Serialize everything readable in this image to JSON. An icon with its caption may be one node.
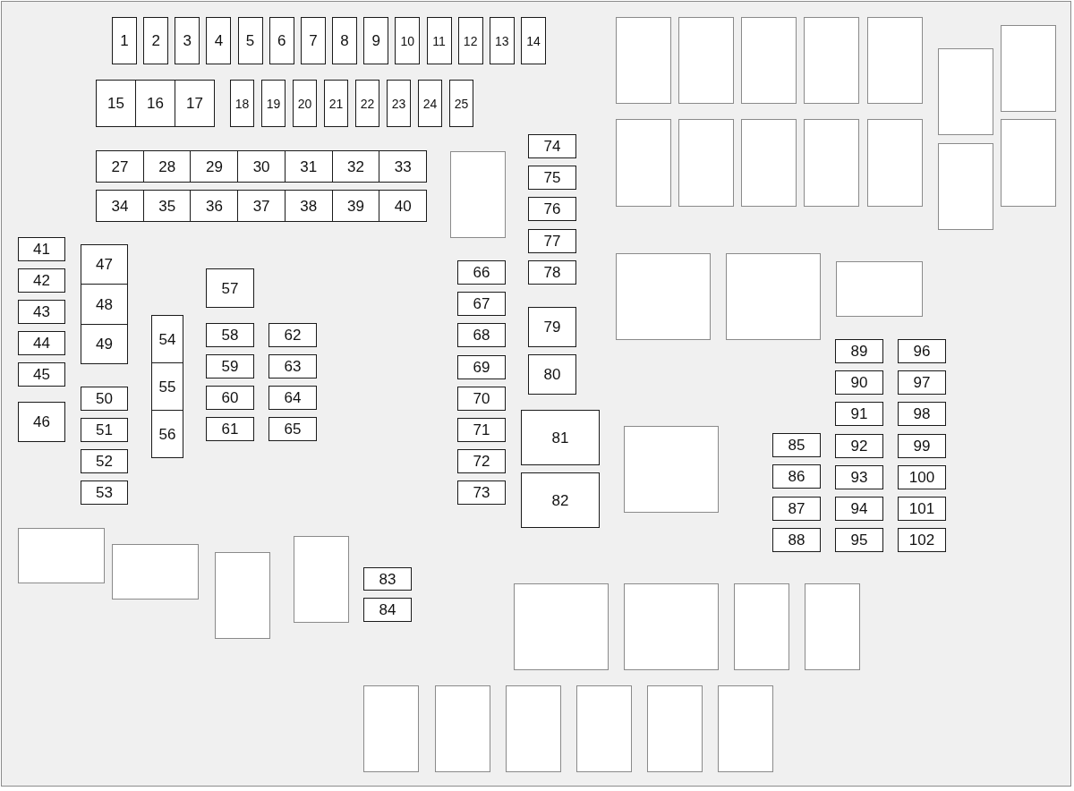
{
  "diagram": {
    "nodes": [
      {
        "text": [
          "1"
        ]
      },
      {
        "text": [
          "2"
        ]
      },
      {
        "text": [
          "3"
        ]
      },
      {
        "text": [
          "4"
        ]
      },
      {
        "text": [
          "5"
        ]
      },
      {
        "text": [
          "6"
        ]
      },
      {
        "text": [
          "7"
        ]
      },
      {
        "text": [
          "8"
        ]
      },
      {
        "text": [
          "9"
        ]
      },
      {
        "text": [
          "10"
        ]
      },
      {
        "text": [
          "11"
        ]
      },
      {
        "text": [
          "12"
        ]
      },
      {
        "text": [
          "13"
        ]
      },
      {
        "text": [
          "14"
        ]
      },
      {
        "text": [
          "15"
        ]
      },
      {
        "text": [
          "16"
        ]
      },
      {
        "text": [
          "17"
        ]
      },
      {
        "text": [
          "18"
        ]
      },
      {
        "text": [
          "19"
        ]
      },
      {
        "text": [
          "20"
        ]
      },
      {
        "text": [
          "21"
        ]
      },
      {
        "text": [
          "22"
        ]
      },
      {
        "text": [
          "23"
        ]
      },
      {
        "text": [
          "24"
        ]
      },
      {
        "text": [
          "25"
        ]
      },
      {
        "text": [
          "27"
        ]
      },
      {
        "text": [
          "28"
        ]
      },
      {
        "text": [
          "29"
        ]
      },
      {
        "text": [
          "30"
        ]
      },
      {
        "text": [
          "31"
        ]
      },
      {
        "text": [
          "32"
        ]
      },
      {
        "text": [
          "33"
        ]
      },
      {
        "text": [
          "34"
        ]
      },
      {
        "text": [
          "35"
        ]
      },
      {
        "text": [
          "36"
        ]
      },
      {
        "text": [
          "37"
        ]
      },
      {
        "text": [
          "38"
        ]
      },
      {
        "text": [
          "39"
        ]
      },
      {
        "text": [
          "40"
        ]
      },
      {
        "text": [
          "41"
        ]
      },
      {
        "text": [
          "42"
        ]
      },
      {
        "text": [
          "43"
        ]
      },
      {
        "text": [
          "44"
        ]
      },
      {
        "text": [
          "45"
        ]
      },
      {
        "text": [
          "46"
        ]
      },
      {
        "text": [
          "47"
        ]
      },
      {
        "text": [
          "48"
        ]
      },
      {
        "text": [
          "49"
        ]
      },
      {
        "text": [
          "50"
        ]
      },
      {
        "text": [
          "51"
        ]
      },
      {
        "text": [
          "52"
        ]
      },
      {
        "text": [
          "53"
        ]
      },
      {
        "text": [
          "54"
        ]
      },
      {
        "text": [
          "55"
        ]
      },
      {
        "text": [
          "56"
        ]
      },
      {
        "text": [
          "57"
        ]
      },
      {
        "text": [
          "58"
        ]
      },
      {
        "text": [
          "59"
        ]
      },
      {
        "text": [
          "60"
        ]
      },
      {
        "text": [
          "61"
        ]
      },
      {
        "text": [
          "62"
        ]
      },
      {
        "text": [
          "63"
        ]
      },
      {
        "text": [
          "64"
        ]
      },
      {
        "text": [
          "65"
        ]
      },
      {
        "text": [
          "66"
        ]
      },
      {
        "text": [
          "67"
        ]
      },
      {
        "text": [
          "68"
        ]
      },
      {
        "text": [
          "69"
        ]
      },
      {
        "text": [
          "70"
        ]
      },
      {
        "text": [
          "71"
        ]
      },
      {
        "text": [
          "72"
        ]
      },
      {
        "text": [
          "73"
        ]
      },
      {
        "text": [
          "74"
        ]
      },
      {
        "text": [
          "75"
        ]
      },
      {
        "text": [
          "76"
        ]
      },
      {
        "text": [
          "77"
        ]
      },
      {
        "text": [
          "78"
        ]
      },
      {
        "text": [
          "79"
        ]
      },
      {
        "text": [
          "80"
        ]
      },
      {
        "text": [
          "81"
        ]
      },
      {
        "text": [
          "82"
        ]
      },
      {
        "text": [
          "83"
        ]
      },
      {
        "text": [
          "84"
        ]
      },
      {
        "text": [
          "85"
        ]
      },
      {
        "text": [
          "86"
        ]
      },
      {
        "text": [
          "87"
        ]
      },
      {
        "text": [
          "88"
        ]
      },
      {
        "text": [
          "89"
        ]
      },
      {
        "text": [
          "90"
        ]
      },
      {
        "text": [
          "91"
        ]
      },
      {
        "text": [
          "92"
        ]
      },
      {
        "text": [
          "93"
        ]
      },
      {
        "text": [
          "94"
        ]
      },
      {
        "text": [
          "95"
        ]
      },
      {
        "text": [
          "96"
        ]
      },
      {
        "text": [
          "97"
        ]
      },
      {
        "text": [
          "98"
        ]
      },
      {
        "text": [
          "99"
        ]
      },
      {
        "text": [
          "100"
        ]
      },
      {
        "text": [
          "101"
        ]
      },
      {
        "text": [
          "102"
        ]
      },
      {
        "text": [],
        "shape": "box"
      },
      {
        "text": [],
        "shape": "box"
      },
      {
        "text": [],
        "shape": "box"
      },
      {
        "text": [],
        "shape": "box"
      },
      {
        "text": [],
        "shape": "box"
      },
      {
        "text": [],
        "shape": "box"
      },
      {
        "text": [],
        "shape": "box"
      },
      {
        "text": [],
        "shape": "box"
      },
      {
        "text": [],
        "shape": "box"
      },
      {
        "text": [],
        "shape": "box"
      },
      {
        "text": [],
        "shape": "box"
      },
      {
        "text": [],
        "shape": "box"
      },
      {
        "text": [],
        "shape": "box"
      },
      {
        "text": [],
        "shape": "box"
      },
      {
        "text": [],
        "shape": "box"
      },
      {
        "text": [],
        "shape": "box"
      },
      {
        "text": [],
        "shape": "box"
      },
      {
        "text": [],
        "shape": "box"
      },
      {
        "text": [],
        "shape": "box"
      },
      {
        "text": [],
        "shape": "box"
      },
      {
        "text": [],
        "shape": "box"
      },
      {
        "text": [],
        "shape": "box"
      },
      {
        "text": [],
        "shape": "box"
      },
      {
        "text": [],
        "shape": "box"
      },
      {
        "text": [],
        "shape": "box"
      },
      {
        "text": [],
        "shape": "box"
      },
      {
        "text": [],
        "shape": "box"
      },
      {
        "text": [],
        "shape": "box"
      },
      {
        "text": [],
        "shape": "box"
      },
      {
        "text": [],
        "shape": "box"
      },
      {
        "text": [],
        "shape": "box"
      },
      {
        "text": [],
        "shape": "box"
      },
      {
        "text": [],
        "shape": "box"
      }
    ]
  }
}
